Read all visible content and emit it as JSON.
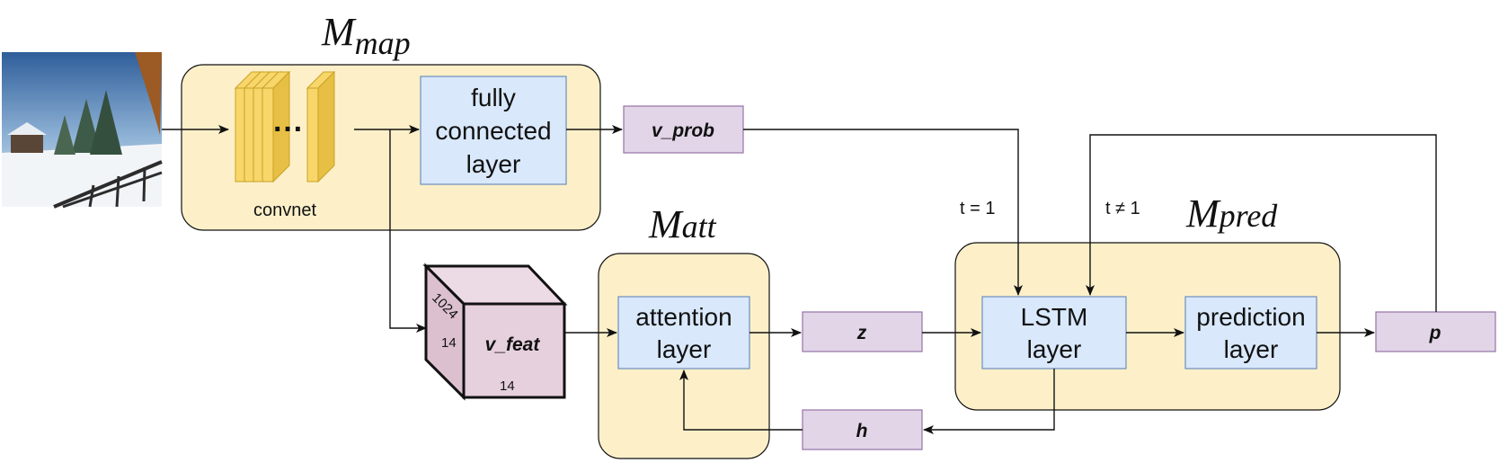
{
  "modules": {
    "map": {
      "title_main": "M",
      "title_sub": "map",
      "convnet_label": "convnet",
      "dots": "···"
    },
    "att": {
      "title_main": "M",
      "title_sub": "att"
    },
    "pred": {
      "title_main": "M",
      "title_sub": "pred"
    }
  },
  "layers": {
    "fully_connected": [
      "fully",
      "connected",
      "layer"
    ],
    "attention": [
      "attention",
      "layer"
    ],
    "lstm": [
      "LSTM",
      "layer"
    ],
    "prediction": [
      "prediction",
      "layer"
    ]
  },
  "variables": {
    "v_prob": "v_prob",
    "v_feat": "v_feat",
    "z": "z",
    "h": "h",
    "p": "p"
  },
  "tensor": {
    "depth": "1024",
    "height": "14",
    "width": "14"
  },
  "edges": {
    "t_first": "t = 1",
    "t_other": "t ≠ 1"
  },
  "colors": {
    "module_fill": "#fdf0c9",
    "layer_fill": "#d9e8fb",
    "layer_stroke": "#6c8ebf",
    "var_fill": "#e1d5e7",
    "var_stroke": "#9673a6",
    "tensor_fill": "#e6d0dd",
    "conv_fill": "#f8d66a",
    "conv_stroke": "#c9a227"
  }
}
